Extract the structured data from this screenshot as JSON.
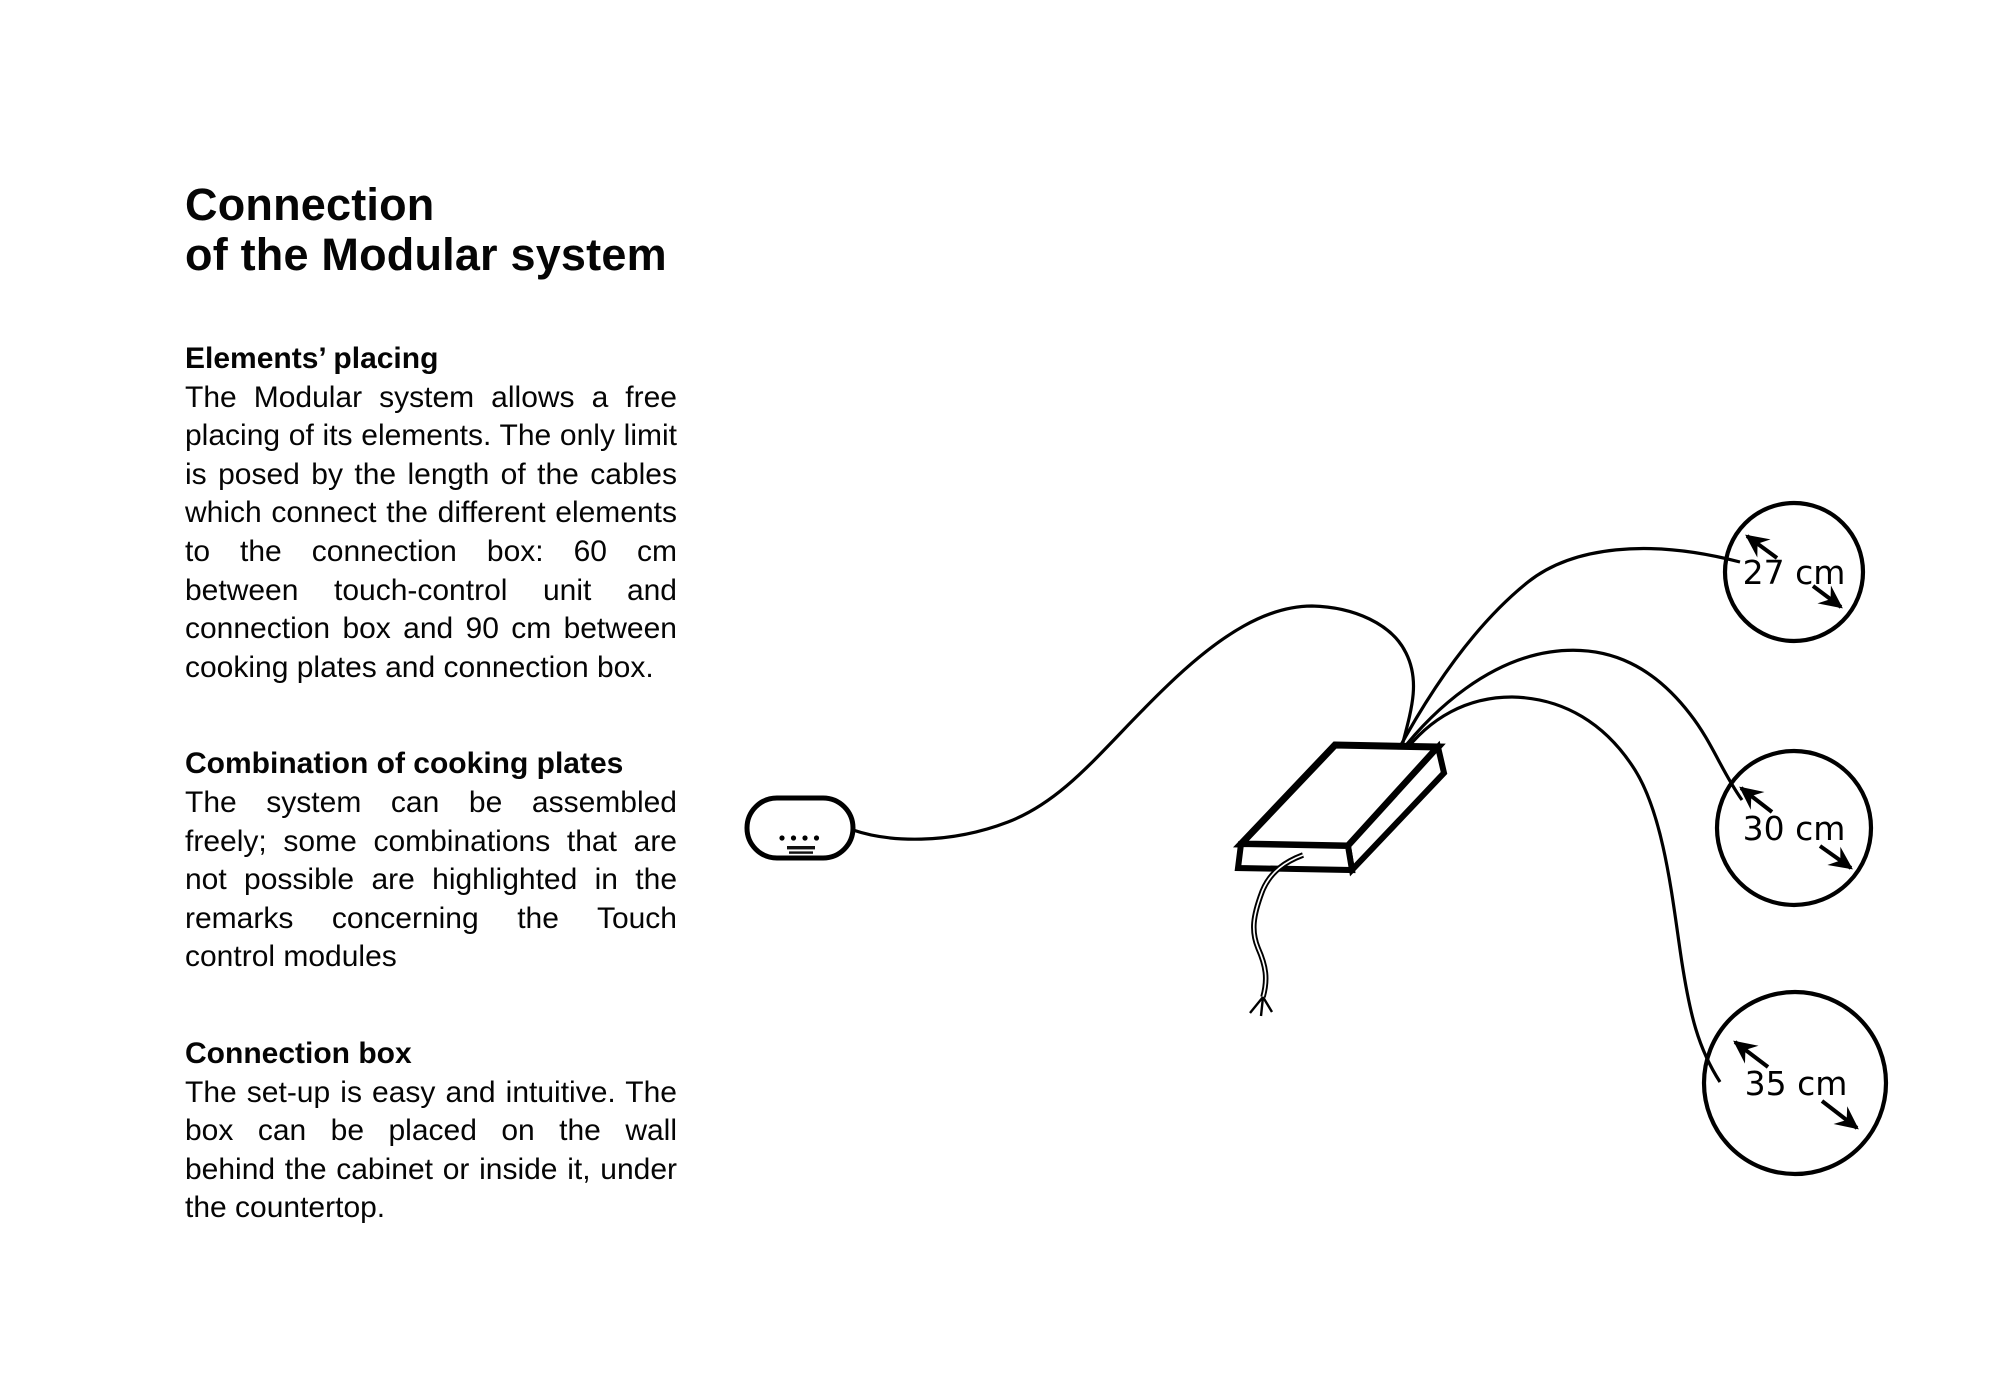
{
  "article": {
    "title_line1": "Connection",
    "title_line2": "of the Modular system",
    "sections": [
      {
        "heading": "Elements’ placing",
        "body": "The Modular system allows a free placing of its elements. The only limit is posed by the length of the cables which connect the different elements to the connection box: 60 cm between touch-control unit and connection box and 90 cm between cooking plates and connection box."
      },
      {
        "heading": "Combination of cooking plates",
        "body": "The system can be assembled freely; some combinations that are not possible are highlighted in the remarks concerning the Touch control modules"
      },
      {
        "heading": "Connection box",
        "body": "The set-up is easy and intuitive. The box can be placed on the wall behind the cabinet or inside it, under the countertop."
      }
    ]
  },
  "diagram": {
    "ink_color": "#000000",
    "touch_control_unit": {
      "dots": 4
    },
    "cable_lengths": [
      {
        "label": "27 cm"
      },
      {
        "label": "30 cm"
      },
      {
        "label": "35 cm"
      }
    ]
  }
}
